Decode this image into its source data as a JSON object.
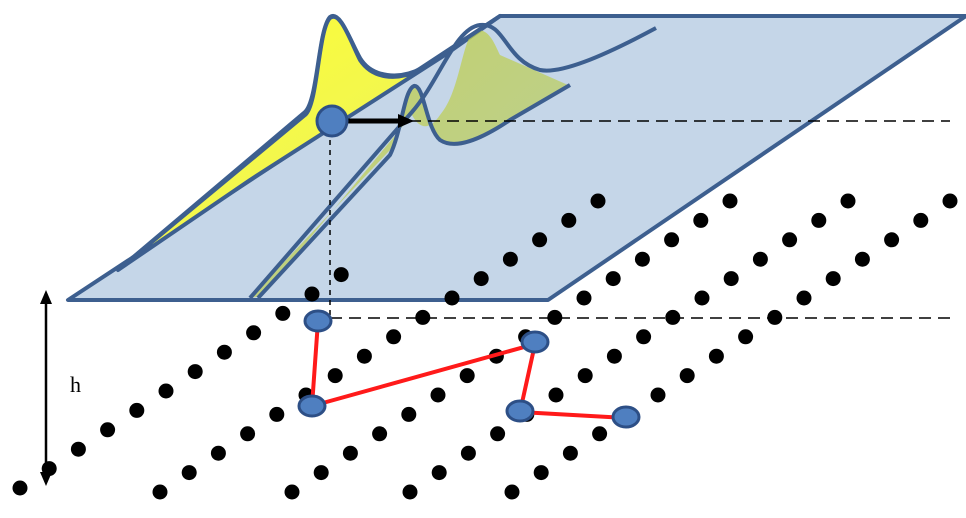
{
  "diagram": {
    "height_label": "h",
    "colors": {
      "plane_fill": "#c5d6e8",
      "plane_stroke": "#3d5f8f",
      "peak_fill": "#ffff22",
      "peak_stroke": "#3d5f8f",
      "lattice_dot": "#000000",
      "particle_fill": "#4f7fc0",
      "particle_stroke": "#2d4f86",
      "path_line": "#ff0000",
      "arrow": "#000000"
    },
    "elements": [
      "surface-plane",
      "yellow-distribution-peak",
      "green-distribution-peak",
      "drift-arrow",
      "lattice-dot-rows",
      "particle-trajectory",
      "height-arrow"
    ]
  }
}
